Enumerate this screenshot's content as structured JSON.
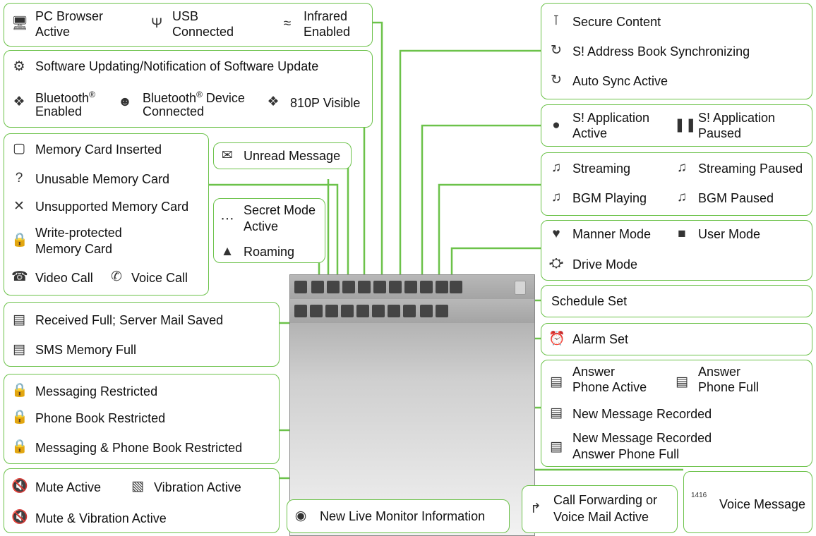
{
  "boxes": {
    "pc_browser": "PC Browser",
    "pc_browser_2": "Active",
    "usb": "USB",
    "usb_2": "Connected",
    "infrared": "Infrared",
    "infrared_2": "Enabled",
    "sw_update": "Software Updating/Notification of Software Update",
    "bt_enabled": "Bluetooth",
    "bt_enabled_2": "Enabled",
    "bt_device": "Bluetooth",
    "bt_device_after": " Device",
    "bt_device_2": "Connected",
    "visible": "810P Visible",
    "reg_mark": "®",
    "mem_inserted": "Memory Card Inserted",
    "mem_unusable": "Unusable Memory Card",
    "mem_unsupported": "Unsupported Memory Card",
    "mem_wp": "Write-protected",
    "mem_wp_2": "Memory Card",
    "video_call": "Video Call",
    "voice_call": "Voice Call",
    "unread": "Unread Message",
    "secret": "Secret Mode",
    "secret_2": "Active",
    "roaming": "Roaming",
    "recv_full": "Received Full; Server Mail Saved",
    "sms_full": "SMS Memory Full",
    "msg_restricted": "Messaging Restricted",
    "pb_restricted": "Phone Book Restricted",
    "msg_pb_restricted": "Messaging & Phone Book Restricted",
    "mute": "Mute Active",
    "vibration": "Vibration Active",
    "mute_vib": "Mute & Vibration Active",
    "live_monitor": "New Live Monitor Information",
    "call_fwd": "Call Forwarding or",
    "call_fwd_2": "Voice Mail Active",
    "voice_msg": "Voice Message",
    "secure": "Secure Content",
    "sab_sync": "S! Address Book Synchronizing",
    "auto_sync": "Auto Sync Active",
    "sapp": "S! Application",
    "sapp_2": "Active",
    "sapp_p": "S! Application",
    "sapp_p_2": "Paused",
    "streaming": "Streaming",
    "streaming_paused": "Streaming Paused",
    "bgm_playing": "BGM Playing",
    "bgm_paused": "BGM Paused",
    "manner": "Manner Mode",
    "user_mode": "User Mode",
    "drive": "Drive Mode",
    "schedule": "Schedule Set",
    "alarm": "Alarm Set",
    "ans_active": "Answer",
    "ans_active_2": "Phone Active",
    "ans_full": "Answer",
    "ans_full_2": "Phone Full",
    "new_rec": "New Message Recorded",
    "new_rec_full": "New Message Recorded",
    "new_rec_full_2": "Answer Phone Full",
    "voice_msg_icon_text": "1416"
  },
  "accent_color": "#6cc24a"
}
